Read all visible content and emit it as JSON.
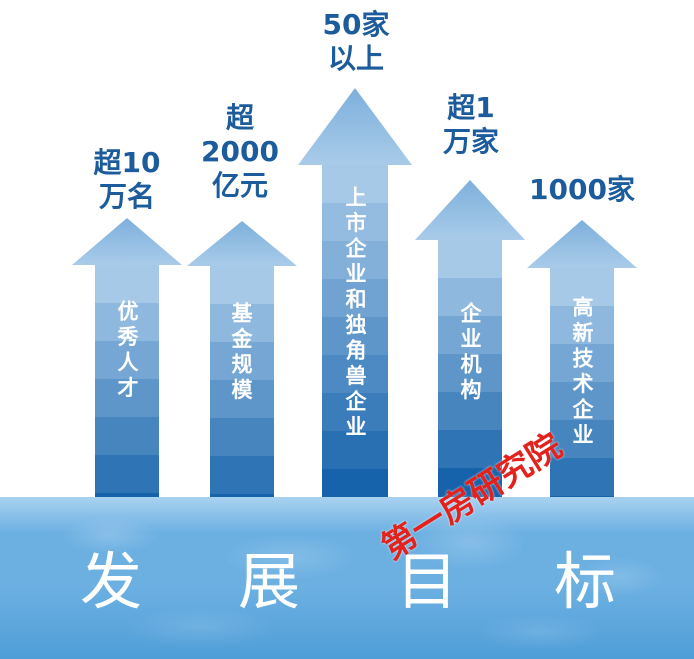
{
  "colors": {
    "value_label": "#1d5c9c",
    "arrow_light": "#a6c9e8",
    "arrow_dark": "#1763ab",
    "arrow_head_tip": "#7db0dc",
    "arrow_head_base": "#a9cbe9",
    "banner_top": "#a9d2f0",
    "banner_mid": "#6cb0e2",
    "banner_bottom": "#4f9ed8",
    "watermark": "#e3211d"
  },
  "arrows": [
    {
      "value_lines": [
        "超10",
        "万名"
      ],
      "label": "优秀人才"
    },
    {
      "value_lines": [
        "超",
        "2000",
        "亿元"
      ],
      "label": "基金规模"
    },
    {
      "value_lines": [
        "50家",
        "以上"
      ],
      "label": "上市企业和独角兽企业"
    },
    {
      "value_lines": [
        "超1",
        "万家"
      ],
      "label": "企业机构"
    },
    {
      "value_lines": [
        "1000家"
      ],
      "label": "高新技术企业"
    }
  ],
  "banner": {
    "title": "发展目标"
  },
  "watermark": {
    "text": "第一房研究院"
  }
}
